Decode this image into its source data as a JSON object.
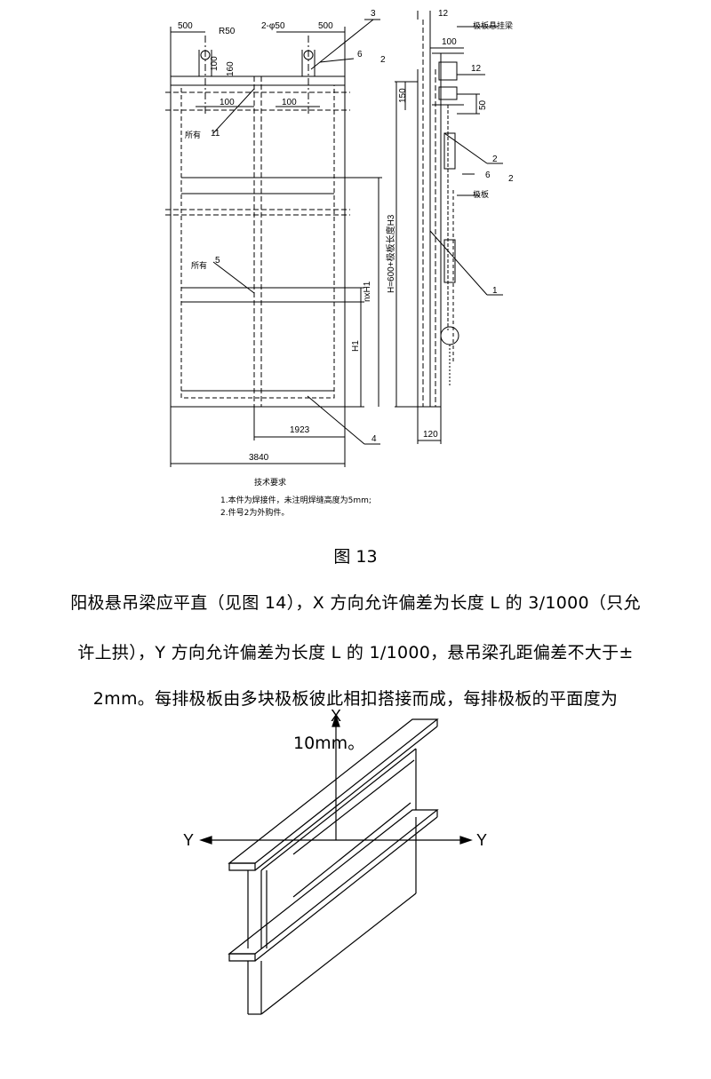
{
  "figure13": {
    "dims_top": [
      "500",
      "R50",
      "2-φ50",
      "500",
      "100",
      "160",
      "100",
      "100",
      "12",
      "100",
      "12",
      "150",
      "50"
    ],
    "dim_bottom_inner": "1923",
    "dim_bottom_total": "3840",
    "dim_right_bottom": "120",
    "dim_h1": "H1",
    "dim_nxh1": "nxH1",
    "dim_h_total": "H=600+极板长度H3",
    "callouts": [
      "1",
      "2",
      "3",
      "4"
    ],
    "weld_labels": [
      "6",
      "2",
      "6",
      "2",
      "11",
      "5"
    ],
    "weld_text_1": "所有",
    "weld_text_2": "所有",
    "right_note_1": "极板悬挂梁",
    "right_note_2": "极板",
    "tech_title": "技术要求",
    "tech_1": "1.本件为焊接件，未注明焊缝高度为5mm;",
    "tech_2": "2.件号2为外购件。"
  },
  "caption": "图 13",
  "paragraph": {
    "line1": "阳极悬吊梁应平直（见图 14），X 方向允许偏差为长度 L 的 3/1000（只允",
    "line2": "许上拱），Y 方向允许偏差为长度 L 的 1/1000，悬吊梁孔距偏差不大于±",
    "line3": "2mm。每排极板由多块极板彼此相扣搭接而成，每排极板的平面度为",
    "line4": "10mm。"
  },
  "figure14": {
    "axis_x": "X",
    "axis_y_left": "Y",
    "axis_y_right": "Y"
  }
}
